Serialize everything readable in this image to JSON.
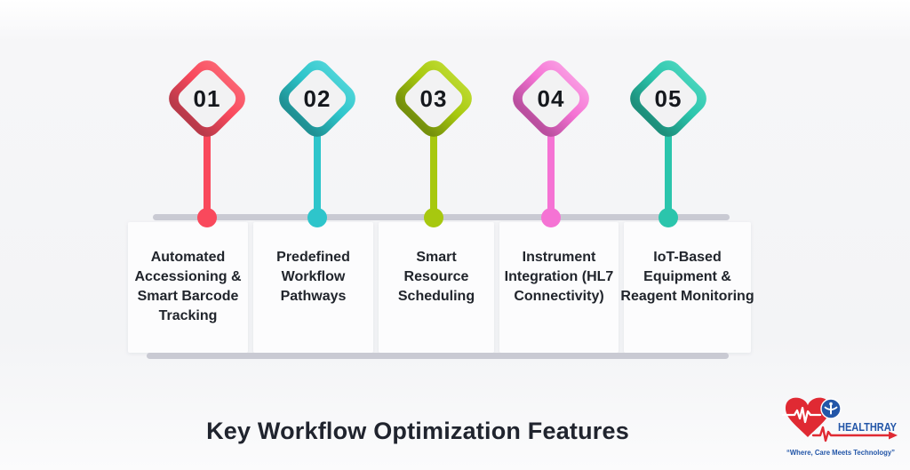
{
  "title": "Key Workflow Optimization Features",
  "features": [
    {
      "number": "01",
      "label_lines": [
        "Automated",
        "Accessioning &",
        "Smart Barcode",
        "Tracking"
      ],
      "color": "#F9495C",
      "color_light": "#FB6573",
      "color_dark": "#B93A4A"
    },
    {
      "number": "02",
      "label_lines": [
        "Predefined",
        "Workflow",
        "Pathways"
      ],
      "color": "#2EC5CB",
      "color_light": "#4ED4D8",
      "color_dark": "#1F9194"
    },
    {
      "number": "03",
      "label_lines": [
        "Smart",
        "Resource",
        "Scheduling"
      ],
      "color": "#A7C80F",
      "color_light": "#BCD92E",
      "color_dark": "#75900C"
    },
    {
      "number": "04",
      "label_lines": [
        "Instrument",
        "Integration (HL7",
        "Connectivity)"
      ],
      "color": "#F573D4",
      "color_light": "#F99AE2",
      "color_dark": "#BA4F9F"
    },
    {
      "number": "05",
      "label_lines": [
        "IoT-Based",
        "Equipment &",
        "Reagent Monitoring"
      ],
      "color": "#2BC5AC",
      "color_light": "#47D4BC",
      "color_dark": "#1D8F7C"
    }
  ],
  "timeline": {
    "line_color": "#C9CAD3"
  },
  "colors": {
    "background": "#F3F4F6",
    "card_background": "#FCFCFD",
    "label_text": "#21252C",
    "title_text": "#20242E"
  },
  "logo": {
    "name": "HEALTHRAY",
    "tagline": "“Where, Care Meets Technology”",
    "brand_blue": "#2356A8",
    "brand_red": "#E02A33"
  }
}
